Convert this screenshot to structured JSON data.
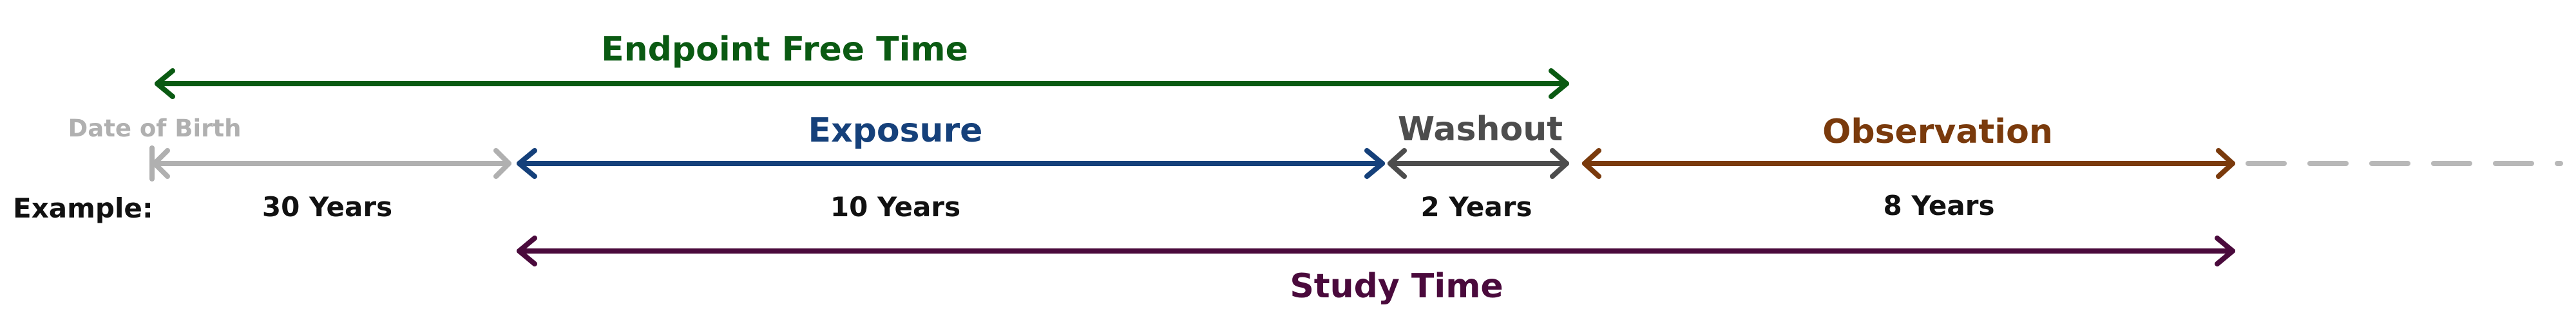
{
  "endpoint_free_time": {
    "label": "Endpoint Free Time",
    "color": "#0a5a12"
  },
  "study_time": {
    "label": "Study Time",
    "color": "#4a0a3c"
  },
  "example_label": "Example:",
  "segments": [
    {
      "id": "birth",
      "title": "Date of Birth",
      "duration": "30 Years",
      "color": "#b0b0b0"
    },
    {
      "id": "exposure",
      "title": "Exposure",
      "duration": "10 Years",
      "color": "#15407a"
    },
    {
      "id": "washout",
      "title": "Washout",
      "duration": "2 Years",
      "color": "#4d4d4d"
    },
    {
      "id": "observation",
      "title": "Observation",
      "duration": "8 Years",
      "color": "#7a3a0c"
    }
  ],
  "colors": {
    "continuation": "#b8b8b8",
    "text": "#111111"
  }
}
